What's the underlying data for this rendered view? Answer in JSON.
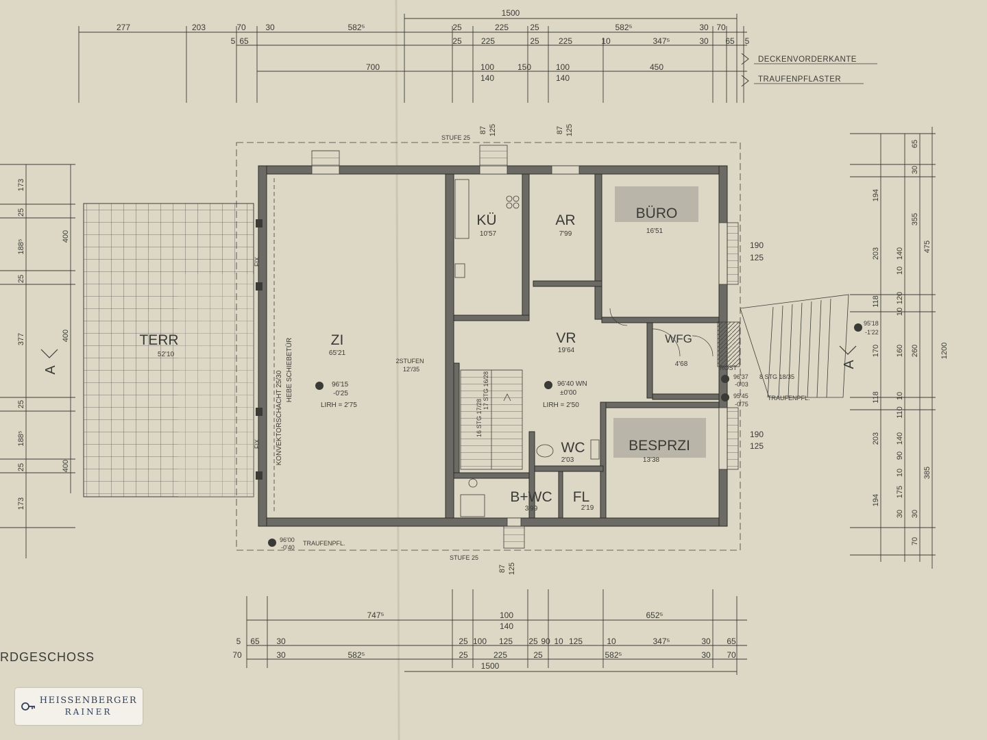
{
  "drawing": {
    "title": "RDGESCHOSS",
    "legend_top": [
      "DECKENVORDERKANTE",
      "TRAUFENPFLASTER"
    ],
    "stufe_top": "STUFE 25",
    "stufe_bottom": "STUFE 25",
    "section_marker": "A"
  },
  "rooms": {
    "terr": {
      "name": "TERR",
      "area": "52'10"
    },
    "zi": {
      "name": "ZI",
      "area": "65'21"
    },
    "kue": {
      "name": "KÜ",
      "area": "10'57"
    },
    "ar": {
      "name": "AR",
      "area": "7'99"
    },
    "buero": {
      "name": "BÜRO",
      "area": "16'51"
    },
    "vr": {
      "name": "VR",
      "area": "19'64"
    },
    "wfg": {
      "name": "WFG",
      "area": "4'68"
    },
    "besprzi": {
      "name": "BESPRZI",
      "area": "13'38"
    },
    "wc": {
      "name": "WC",
      "area": "2'03"
    },
    "bwc": {
      "name": "B+WC",
      "area": "3'99"
    },
    "fl": {
      "name": "FL",
      "area": "2'19"
    }
  },
  "levels": {
    "zi": {
      "abs": "96'15",
      "rel": "-0'25",
      "lirh": "LIRH = 2'75"
    },
    "vr": {
      "abs": "96'40 WN",
      "rel": "±0'00",
      "lirh": "LIRH = 2'50"
    },
    "entry1": {
      "abs": "95'18",
      "rel": "-1'22"
    },
    "entry2": {
      "abs": "96'37",
      "rel": "-0'03"
    },
    "entry3": {
      "abs": "95'45",
      "rel": "-0'75"
    },
    "terrace": {
      "abs": "96'00",
      "rel": "-0'40"
    }
  },
  "notes": {
    "konvektor": "KONVEKTORSCHACHT 25/30",
    "hebe": "HEBE SCHIEBETÜR",
    "fix": "FIX",
    "stufen": "2STUFEN",
    "stufen_dim": "12'/35",
    "rost": "ROST",
    "traufenpfl": "TRAUFENPFL.",
    "stg_right": "8 STG 18/35",
    "stairs1": "16 STG 17/28",
    "stairs2": "17 STG 16/28"
  },
  "dims_top": {
    "row1": [
      "277",
      "203",
      "70",
      "30",
      "582⁵",
      "25",
      "225",
      "25",
      "582⁵",
      "30",
      "70"
    ],
    "row2": [
      "5",
      "65",
      "25",
      "225",
      "25",
      "225",
      "10",
      "347⁵",
      "30",
      "65",
      "5"
    ],
    "row3": [
      "700",
      "100",
      "150",
      "100",
      "450"
    ],
    "row3b": [
      "140",
      "140"
    ],
    "total": "1500",
    "window_a": [
      "87",
      "125"
    ],
    "window_b": [
      "87",
      "125"
    ]
  },
  "dims_bottom": {
    "row1": [
      "747⁵",
      "100",
      "652⁵"
    ],
    "row1b": [
      "140"
    ],
    "row2": [
      "5",
      "65",
      "30",
      "25",
      "100",
      "125",
      "25",
      "90",
      "10",
      "125",
      "10",
      "347⁵",
      "30",
      "65"
    ],
    "row3": [
      "70",
      "30",
      "582⁵",
      "25",
      "225",
      "25",
      "582⁵",
      "30",
      "70"
    ],
    "total": "1500",
    "window": [
      "87",
      "125"
    ]
  },
  "dims_right": {
    "inner": [
      "194",
      "203",
      "118",
      "170",
      "118",
      "203",
      "194"
    ],
    "mid": [
      "140",
      "10",
      "120",
      "10",
      "160",
      "10",
      "110",
      "140",
      "90",
      "10",
      "175",
      "30"
    ],
    "outer": [
      "65",
      "30",
      "355",
      "475",
      "260",
      "385",
      "30",
      "70"
    ],
    "total": "1200",
    "windows": [
      "190",
      "125"
    ]
  },
  "dims_left": {
    "values": [
      "173",
      "25",
      "188⁵",
      "25",
      "377",
      "25",
      "188⁵",
      "25",
      "173"
    ],
    "outer": [
      "400",
      "400",
      "400"
    ]
  },
  "logo": {
    "line1": "HEISSENBERGER",
    "line2": "RAINER",
    "emblem": "key-emblem-icon"
  },
  "colors": {
    "paper": "#ddd8c6",
    "ink": "#3a3a36",
    "logo": "#2e3d57"
  }
}
